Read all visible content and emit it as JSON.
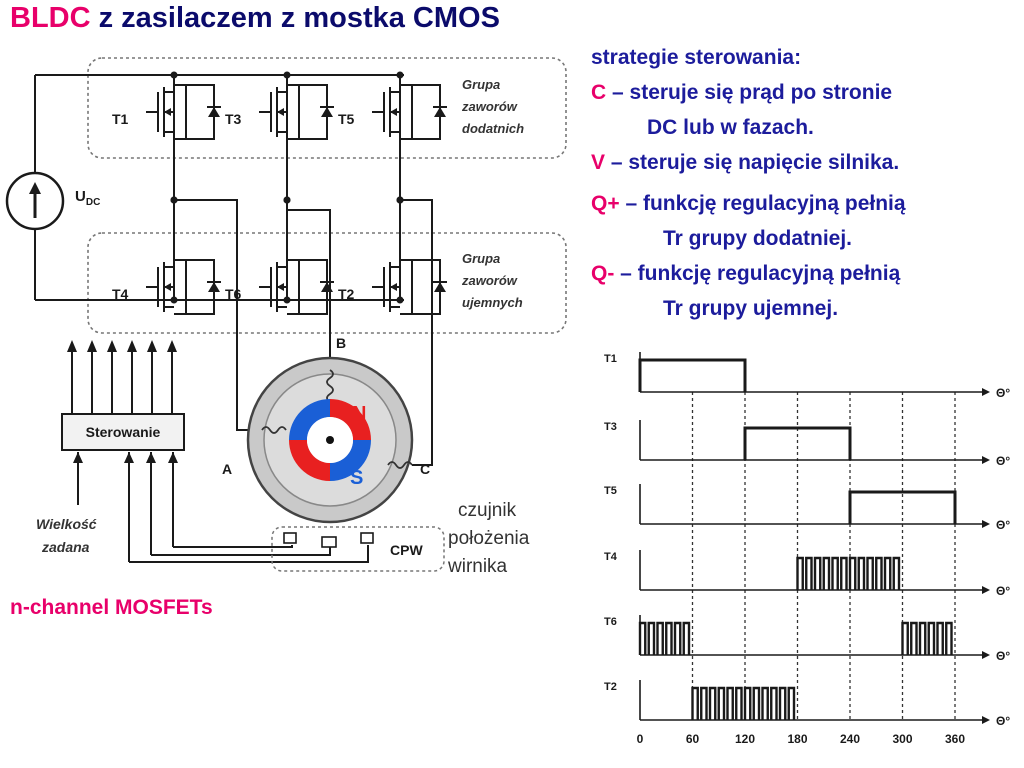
{
  "title": {
    "keyword": "BLDC",
    "rest": " z zasilaczem z mostka CMOS"
  },
  "strategy": {
    "heading": "strategie sterowania:",
    "lines": [
      {
        "key": "C",
        "text": " – steruje się prąd po stronie",
        "cont": "DC lub w fazach."
      },
      {
        "key": "V",
        "text": " – steruje się napięcie silnika."
      },
      {
        "key": "Q+",
        "text": " – funkcję regulacyjną pełnią",
        "cont": "Tr grupy dodatniej."
      },
      {
        "key": "Q-",
        "text": " – funkcję regulacyjną pełnią",
        "cont": "Tr grupy ujemnej."
      }
    ]
  },
  "footnote": "n-channel MOSFETs",
  "circuit": {
    "transistors_top": [
      "T1",
      "T3",
      "T5"
    ],
    "transistors_bottom": [
      "T4",
      "T6",
      "T2"
    ],
    "group_positive": [
      "Grupa",
      "zaworów",
      "dodatnich"
    ],
    "group_negative": [
      "Grupa",
      "zaworów",
      "ujemnych"
    ],
    "supply_label": "U",
    "supply_sub": "DC",
    "control_label": "Sterowanie",
    "setpoint_label": [
      "Wielkość",
      "zadana"
    ],
    "sensor_label": [
      "czujnik",
      "położenia",
      "wirnika"
    ],
    "sensor_block": "CPW",
    "phases": [
      "A",
      "B",
      "C"
    ],
    "poles": [
      "N",
      "S"
    ]
  },
  "timing": {
    "signals": [
      {
        "name": "T1",
        "mode": "high",
        "on": [
          [
            0,
            120
          ]
        ]
      },
      {
        "name": "T3",
        "mode": "high",
        "on": [
          [
            120,
            240
          ]
        ]
      },
      {
        "name": "T5",
        "mode": "high",
        "on": [
          [
            240,
            360
          ]
        ]
      },
      {
        "name": "T4",
        "mode": "pwm",
        "on": [
          [
            180,
            300
          ]
        ]
      },
      {
        "name": "T6",
        "mode": "pwm",
        "on": [
          [
            0,
            60
          ],
          [
            300,
            360
          ]
        ]
      },
      {
        "name": "T2",
        "mode": "pwm",
        "on": [
          [
            60,
            180
          ]
        ]
      }
    ],
    "x_ticks": [
      "0",
      "60",
      "120",
      "180",
      "240",
      "300",
      "360"
    ],
    "x_tick_values": [
      0,
      60,
      120,
      180,
      240,
      300,
      360
    ],
    "axis_symbol": "Θ°"
  },
  "colors": {
    "title_keyword": "#e8006a",
    "text": "#1c1c9c",
    "rotor_red": "#e82020",
    "rotor_blue": "#1a5fd6"
  }
}
